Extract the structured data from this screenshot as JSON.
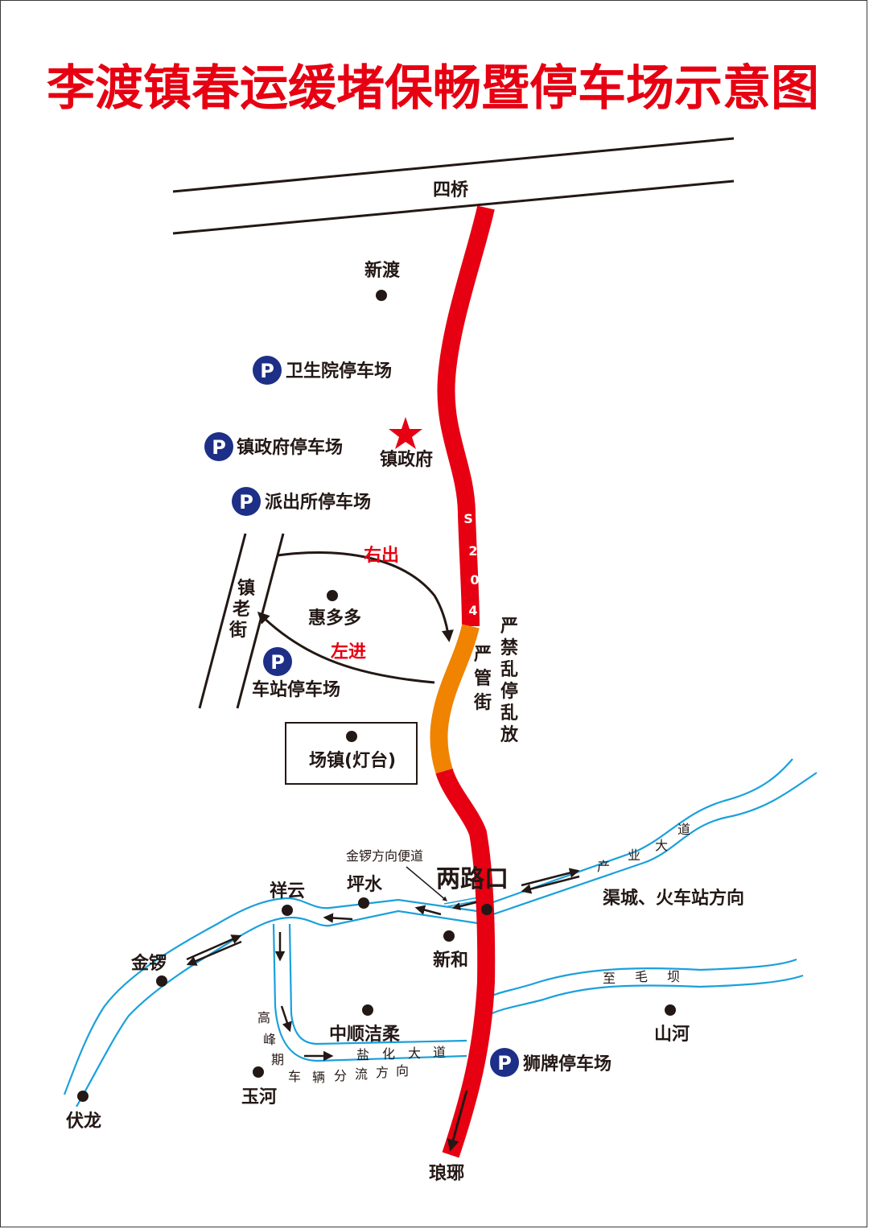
{
  "title": "李渡镇春运缓堵保畅暨停车场示意图",
  "colors": {
    "title_red": "#e60012",
    "highway_red": "#e60012",
    "highway_orange": "#f08300",
    "road_blue": "#1aa0dc",
    "parking_blue": "#1d2f87",
    "text_dark": "#231815"
  },
  "roads": {
    "top_road": "四桥",
    "highway_letters": [
      "S",
      "2",
      "0",
      "4"
    ],
    "old_street": [
      "镇",
      "老",
      "街"
    ],
    "industrial_ave": [
      "产",
      "业",
      "大",
      "道"
    ],
    "maoba_road": [
      "至",
      "毛",
      "坝"
    ],
    "yanhua_ave": [
      "盐",
      "化",
      "大",
      "道"
    ],
    "jinluo_side_road": "金锣方向便道"
  },
  "places": {
    "xindu": "新渡",
    "zhenzhengfu": "镇政府",
    "huiduoduo": "惠多多",
    "changzhen": "场镇(灯台)",
    "lianglukou": "两路口",
    "pingshui": "坪水",
    "xiangyun": "祥云",
    "xinhe": "新和",
    "jinluo": "金锣",
    "zhongshun": "中顺洁柔",
    "yuhe": "玉河",
    "fulong": "伏龙",
    "shanhe": "山河",
    "langya": "琅琊",
    "qucheng_direction": "渠城、火车站方向"
  },
  "parking": [
    {
      "label": "卫生院停车场"
    },
    {
      "label": "镇政府停车场"
    },
    {
      "label": "派出所停车场"
    },
    {
      "label": "车站停车场"
    },
    {
      "label": "狮牌停车场"
    }
  ],
  "parking_icon_letter": "P",
  "traffic": {
    "right_out": "右出",
    "left_in": "左进",
    "strict_street": [
      "严",
      "管",
      "街"
    ],
    "no_parking": [
      "严",
      "禁",
      "乱",
      "停",
      "乱",
      "放"
    ],
    "peak_diversion_vertical": [
      "高",
      "峰",
      "期"
    ],
    "peak_diversion_horizontal": [
      "车",
      "辆",
      "分",
      "流",
      "方",
      "向"
    ]
  }
}
